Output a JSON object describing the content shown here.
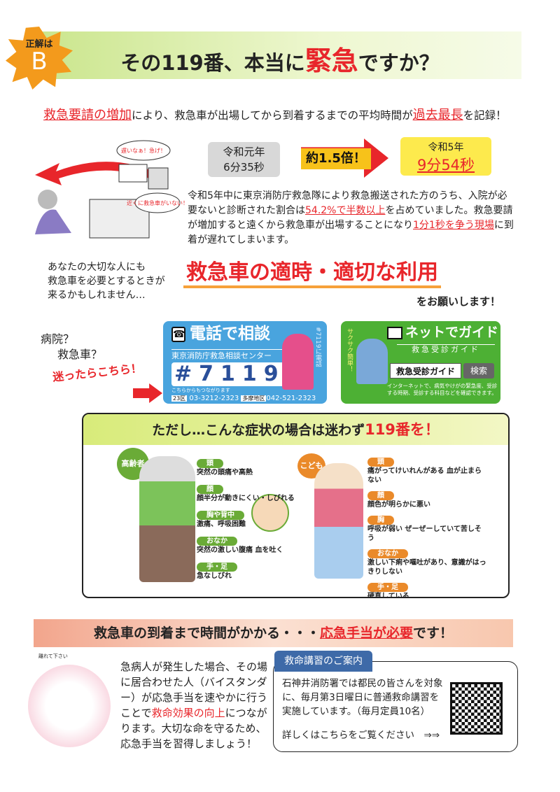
{
  "header": {
    "badge_label": "正解は",
    "badge_letter": "B",
    "title_pre": "その119番、本当に",
    "title_key": "緊急",
    "title_post": "ですか？"
  },
  "intro": {
    "part1": "救急要請の増加",
    "part2": "により、救急車が出場してから到着するまでの平均時間が",
    "part3": "過去最長",
    "part4": "を記録！"
  },
  "compare": {
    "before_year": "令和元年",
    "before_time": "6分35秒",
    "ratio": "約1.5倍！",
    "after_year": "令和5年",
    "after_time": "9分54秒"
  },
  "paragraph": {
    "p1": "令和5年中に東京消防庁救急隊により救急搬送された方のうち、入院が必要ないと診断された割合は",
    "p2": "54.2%で半数以上",
    "p3": "を占めていました。救急要請が増加すると遠くから救急車が出場することになり",
    "p4": "1分1秒を争う現場",
    "p5": "に到着が遅れてしまいます。"
  },
  "illustration": {
    "bubble1": "遅いなぁ！急げ！",
    "bubble2": "近くに救急車がいない！"
  },
  "left_text": [
    "あなたの大切な人にも",
    "救急車を必要とするときが",
    "来るかもしれません…"
  ],
  "big_heading": "救急車の適時・適切な利用",
  "please": "をお願いします！",
  "question": {
    "q1": "病院？",
    "q2": "救急車？",
    "q3": "迷ったらこちら！"
  },
  "phone_card": {
    "title": "電話で相談",
    "subtitle": "東京消防庁救急相談センター",
    "number": "#7119",
    "vertical": "#7119に電話",
    "note": "こちらからもつながります",
    "area1": "23区",
    "tel1": "03-3212-2323",
    "area2": "多摩地区",
    "tel2": "042-521-2323"
  },
  "net_card": {
    "title": "ネットでガイド",
    "subtitle": "救急受診ガイド",
    "vertical": "サクサク簡単！",
    "search_text": "救急受診ガイド",
    "search_button": "検索",
    "desc": "インターネットで、病気やけがの緊急度、受診する時期、受診する科目などを確認できます。"
  },
  "symptoms": {
    "heading_pre": "ただし…こんな症状の場合は迷わず",
    "heading_key": "119番を！",
    "elderly": {
      "label": "高齢者",
      "items": [
        {
          "part": "頭",
          "text": "突然の頭痛や高熱"
        },
        {
          "part": "顔",
          "text": "顔半分が動きにくい・しびれる"
        },
        {
          "part": "胸や背中",
          "text": "激痛、呼吸困難"
        },
        {
          "part": "おなか",
          "text": "突然の激しい腹痛 血を吐く"
        },
        {
          "part": "手・足",
          "text": "急なしびれ"
        }
      ]
    },
    "child": {
      "label": "こども",
      "items": [
        {
          "part": "頭",
          "text": "痛がってけいれんがある 血が止まらない"
        },
        {
          "part": "顔",
          "text": "顔色が明らかに悪い"
        },
        {
          "part": "胸",
          "text": "呼吸が弱い ぜーぜーしていて苦しそう"
        },
        {
          "part": "おなか",
          "text": "激しい下痢や嘔吐があり、意識がはっきりしない"
        },
        {
          "part": "手・足",
          "text": "硬直している"
        }
      ]
    }
  },
  "band": {
    "pre": "救急車の到着まで時間がかかる・・・",
    "key": "応急手当が必要",
    "post": "です！"
  },
  "first_aid": {
    "caption": "離れて下さい",
    "l1": "急病人が発生した場合、その場",
    "l2": "に居合わせた人（バイスタンダ",
    "l3": "ー）が応急手当を速やかに行う",
    "l4a": "ことで",
    "l4b": "救命効果の向上",
    "l4c": "につなが",
    "l5": "ります。大切な命を守るため、",
    "l6": "応急手当を習得しましょう！"
  },
  "course": {
    "tab": "救命講習のご案内",
    "l1": "石神井消防署では都民の皆さんを対象",
    "l2": "に、毎月第3日曜日に普通救命講習を",
    "l3": "実施しています。（毎月定員10名）",
    "more": "詳しくはこちらをご覧ください　⇒⇒"
  }
}
